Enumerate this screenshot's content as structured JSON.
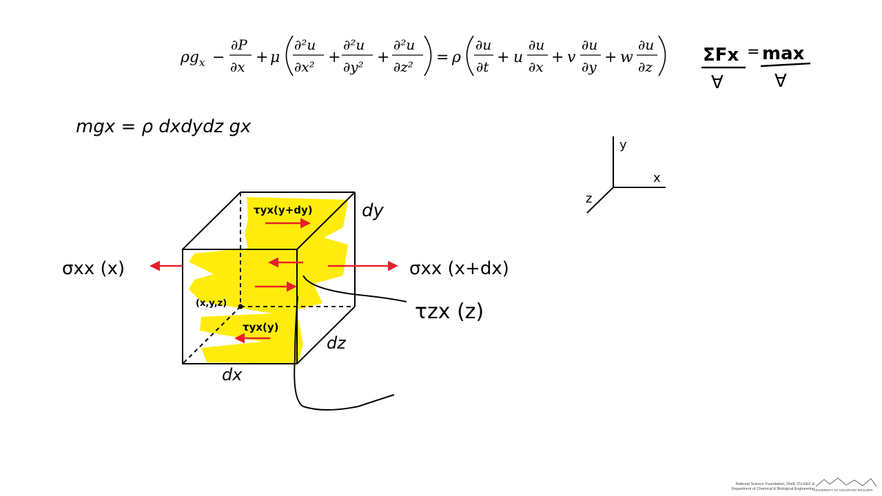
{
  "equation": {
    "lhs_body_force": "ρg",
    "lhs_body_force_sub": "x",
    "minus": "−",
    "pressure_num": "∂P",
    "pressure_den": "∂x",
    "plus": "+",
    "mu": "μ",
    "visc_terms": [
      {
        "num": "∂²u",
        "den": "∂x²"
      },
      {
        "num": "∂²u",
        "den": "∂y²"
      },
      {
        "num": "∂²u",
        "den": "∂z²"
      }
    ],
    "equals": "=",
    "rho": "ρ",
    "accel_terms": [
      {
        "coef": "",
        "num": "∂u",
        "den": "∂t"
      },
      {
        "coef": "u",
        "num": "∂u",
        "den": "∂x"
      },
      {
        "coef": "v",
        "num": "∂u",
        "den": "∂y"
      },
      {
        "coef": "w",
        "num": "∂u",
        "den": "∂z"
      }
    ]
  },
  "handwritten": {
    "newton_lhs_num": "ΣFx",
    "newton_lhs_den": "∀",
    "newton_eq": "=",
    "newton_rhs_num": "max",
    "newton_rhs_den": "∀",
    "mass_body": "mgx = ρ dxdydz gx",
    "axis_y": "y",
    "axis_x": "x",
    "axis_z": "z",
    "sigma_left": "σxx (x)",
    "sigma_right": "σxx (x+dx)",
    "tau_zx": "τzx (z)",
    "tau_top": "τyx(y+dy)",
    "tau_bottom": "τyx(y)",
    "corner": "(x,y,z)",
    "dim_dy": "dy",
    "dim_dz": "dz",
    "dim_dx": "dx"
  },
  "footer": {
    "credit_line1": "National Science Foundation, Shell, CU-EEF &",
    "credit_line2": "Department of Chemical & Biological Engineering",
    "logo_text": "UNIVERSITY OF COLORADO BOULDER"
  },
  "colors": {
    "ink": "#000000",
    "highlight": "#ffeb00",
    "arrow": "#e8202a"
  }
}
